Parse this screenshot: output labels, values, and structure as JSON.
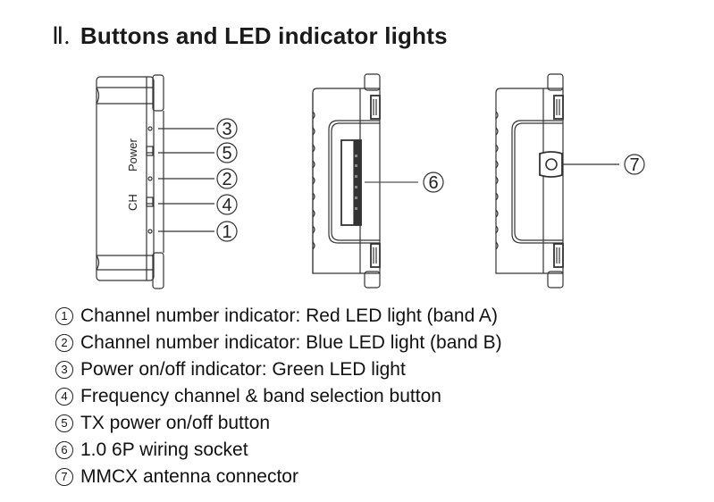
{
  "title": {
    "roman": "Ⅱ.",
    "text": "Buttons and LED indicator lights"
  },
  "diagram": {
    "side_labels": {
      "power": "Power",
      "ch": "CH"
    },
    "callouts": {
      "c1": "1",
      "c2": "2",
      "c3": "3",
      "c4": "4",
      "c5": "5",
      "c6": "6",
      "c7": "7"
    }
  },
  "legend": [
    {
      "num": "1",
      "text": "Channel number indicator: Red LED light (band A)"
    },
    {
      "num": "2",
      "text": "Channel number indicator: Blue LED light (band B)"
    },
    {
      "num": "3",
      "text": "Power on/off indicator: Green LED light"
    },
    {
      "num": "4",
      "text": "Frequency channel & band selection button"
    },
    {
      "num": "5",
      "text": "TX power on/off button"
    },
    {
      "num": "6",
      "text": "1.0 6P wiring socket"
    },
    {
      "num": "7",
      "text": "MMCX antenna connector"
    }
  ]
}
